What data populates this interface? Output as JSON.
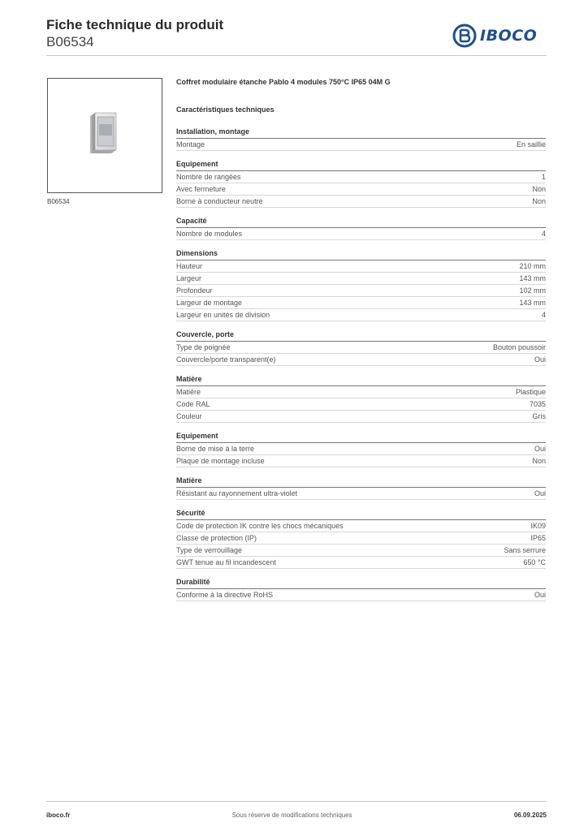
{
  "header": {
    "title": "Fiche technique du produit",
    "code": "B06534",
    "logo_text": "IBOCO",
    "brand_color": "#1f4f8f"
  },
  "image": {
    "caption": "B06534"
  },
  "product_name": "Coffret modulaire étanche Pablo 4 modules 750°C IP65 04M G",
  "spec_title": "Caractéristiques techniques",
  "sections": [
    {
      "title": "Installation, montage",
      "rows": [
        {
          "label": "Montage",
          "value": "En saillie"
        }
      ]
    },
    {
      "title": "Equipement",
      "rows": [
        {
          "label": "Nombre de rangées",
          "value": "1"
        },
        {
          "label": "Avec fermeture",
          "value": "Non"
        },
        {
          "label": "Borne à conducteur neutre",
          "value": "Non"
        }
      ]
    },
    {
      "title": "Capacité",
      "rows": [
        {
          "label": "Nombre de modules",
          "value": "4"
        }
      ]
    },
    {
      "title": "Dimensions",
      "rows": [
        {
          "label": "Hauteur",
          "value": "210 mm"
        },
        {
          "label": "Largeur",
          "value": "143 mm"
        },
        {
          "label": "Profondeur",
          "value": "102 mm"
        },
        {
          "label": "Largeur de montage",
          "value": "143 mm"
        },
        {
          "label": "Largeur en unités de division",
          "value": "4"
        }
      ]
    },
    {
      "title": "Couvercle, porte",
      "rows": [
        {
          "label": "Type de poignée",
          "value": "Bouton poussoir"
        },
        {
          "label": "Couvercle/porte transparent(e)",
          "value": "Oui"
        }
      ]
    },
    {
      "title": "Matière",
      "rows": [
        {
          "label": "Matière",
          "value": "Plastique"
        },
        {
          "label": "Code RAL",
          "value": "7035"
        },
        {
          "label": "Couleur",
          "value": "Gris"
        }
      ]
    },
    {
      "title": "Equipement",
      "rows": [
        {
          "label": "Borne de mise à la terre",
          "value": "Oui"
        },
        {
          "label": "Plaque de montage incluse",
          "value": "Non"
        }
      ]
    },
    {
      "title": "Matière",
      "rows": [
        {
          "label": "Résistant au rayonnement ultra-violet",
          "value": "Oui"
        }
      ]
    },
    {
      "title": "Sécurité",
      "rows": [
        {
          "label": "Code de protection IK contre les chocs mécaniques",
          "value": "IK09"
        },
        {
          "label": "Classe de protection (IP)",
          "value": "IP65"
        },
        {
          "label": "Type de verrouillage",
          "value": "Sans serrure"
        },
        {
          "label": "GWT tenue au fil incandescent",
          "value": "650 °C"
        }
      ]
    },
    {
      "title": "Durabilité",
      "rows": [
        {
          "label": "Conforme à la directive RoHS",
          "value": "Oui"
        }
      ]
    }
  ],
  "footer": {
    "website": "iboco.fr",
    "notice": "Sous réserve de modifications techniques",
    "date": "06.09.2025"
  }
}
